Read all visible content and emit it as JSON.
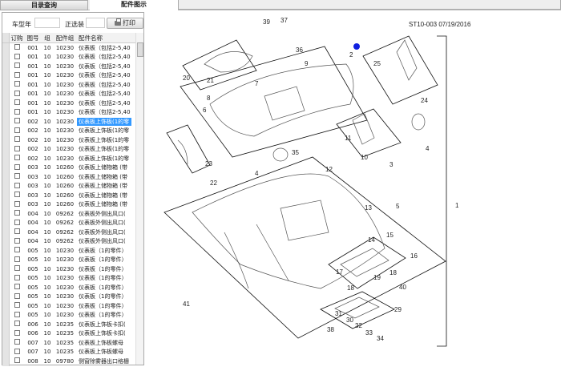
{
  "tabs": [
    {
      "label": "目录查询"
    },
    {
      "label": "配件图示"
    }
  ],
  "filter": {
    "year_label": "车型年",
    "option_label": "正选装",
    "print_label": "打印",
    "print_icon": "printer-icon"
  },
  "columns": [
    "订购",
    "图号",
    "组",
    "配件组",
    "配件名称"
  ],
  "rows": [
    [
      "001",
      "10",
      "10230",
      "仪表板（包括2-5,40"
    ],
    [
      "001",
      "10",
      "10230",
      "仪表板（包括2-5,40"
    ],
    [
      "001",
      "10",
      "10230",
      "仪表板（包括2-5,40"
    ],
    [
      "001",
      "10",
      "10230",
      "仪表板（包括2-5,40"
    ],
    [
      "001",
      "10",
      "10230",
      "仪表板（包括2-5,40"
    ],
    [
      "001",
      "10",
      "10230",
      "仪表板（包括2-5,40"
    ],
    [
      "001",
      "10",
      "10230",
      "仪表板（包括2-5,40"
    ],
    [
      "001",
      "10",
      "10230",
      "仪表板（包括2-5,40"
    ],
    [
      "002",
      "10",
      "10230",
      "仪表板上饰板(1的零"
    ],
    [
      "002",
      "10",
      "10230",
      "仪表板上饰板(1的零"
    ],
    [
      "002",
      "10",
      "10230",
      "仪表板上饰板(1的零"
    ],
    [
      "002",
      "10",
      "10230",
      "仪表板上饰板(1的零"
    ],
    [
      "002",
      "10",
      "10230",
      "仪表板上饰板(1的零"
    ],
    [
      "003",
      "10",
      "10260",
      "仪表板上储物箱 (带"
    ],
    [
      "003",
      "10",
      "10260",
      "仪表板上储物箱 (带"
    ],
    [
      "003",
      "10",
      "10260",
      "仪表板上储物箱 (带"
    ],
    [
      "003",
      "10",
      "10260",
      "仪表板上储物箱 (带"
    ],
    [
      "003",
      "10",
      "10260",
      "仪表板上储物箱 (带"
    ],
    [
      "004",
      "10",
      "09262",
      "仪表板外侧出风口("
    ],
    [
      "004",
      "10",
      "09262",
      "仪表板外侧出风口("
    ],
    [
      "004",
      "10",
      "09262",
      "仪表板外侧出风口("
    ],
    [
      "004",
      "10",
      "09262",
      "仪表板外侧出风口("
    ],
    [
      "005",
      "10",
      "10230",
      "仪表板（1的零件）"
    ],
    [
      "005",
      "10",
      "10230",
      "仪表板（1的零件）"
    ],
    [
      "005",
      "10",
      "10230",
      "仪表板（1的零件）"
    ],
    [
      "005",
      "10",
      "10230",
      "仪表板（1的零件）"
    ],
    [
      "005",
      "10",
      "10230",
      "仪表板（1的零件）"
    ],
    [
      "005",
      "10",
      "10230",
      "仪表板（1的零件）"
    ],
    [
      "005",
      "10",
      "10230",
      "仪表板（1的零件）"
    ],
    [
      "005",
      "10",
      "10230",
      "仪表板（1的零件）"
    ],
    [
      "006",
      "10",
      "10235",
      "仪表板上饰板卡扣("
    ],
    [
      "006",
      "10",
      "10235",
      "仪表板上饰板卡扣("
    ],
    [
      "007",
      "10",
      "10235",
      "仪表板上饰板螺母"
    ],
    [
      "007",
      "10",
      "10235",
      "仪表板上饰板螺母"
    ],
    [
      "008",
      "10",
      "09780",
      "侧窗除雾器出口格栅"
    ]
  ],
  "selected_row": 8,
  "diagram": {
    "ref": "ST10-003 07/19/2016",
    "highlight_color": "#1020e0",
    "callouts": [
      "39",
      "37",
      "36",
      "20",
      "21",
      "9",
      "2",
      "25",
      "24",
      "8",
      "7",
      "6",
      "11",
      "10",
      "3",
      "4",
      "35",
      "23",
      "22",
      "4",
      "12",
      "13",
      "5",
      "1",
      "14",
      "15",
      "16",
      "17",
      "19",
      "18",
      "18",
      "40",
      "41",
      "29",
      "31",
      "30",
      "32",
      "33",
      "34",
      "38"
    ]
  }
}
